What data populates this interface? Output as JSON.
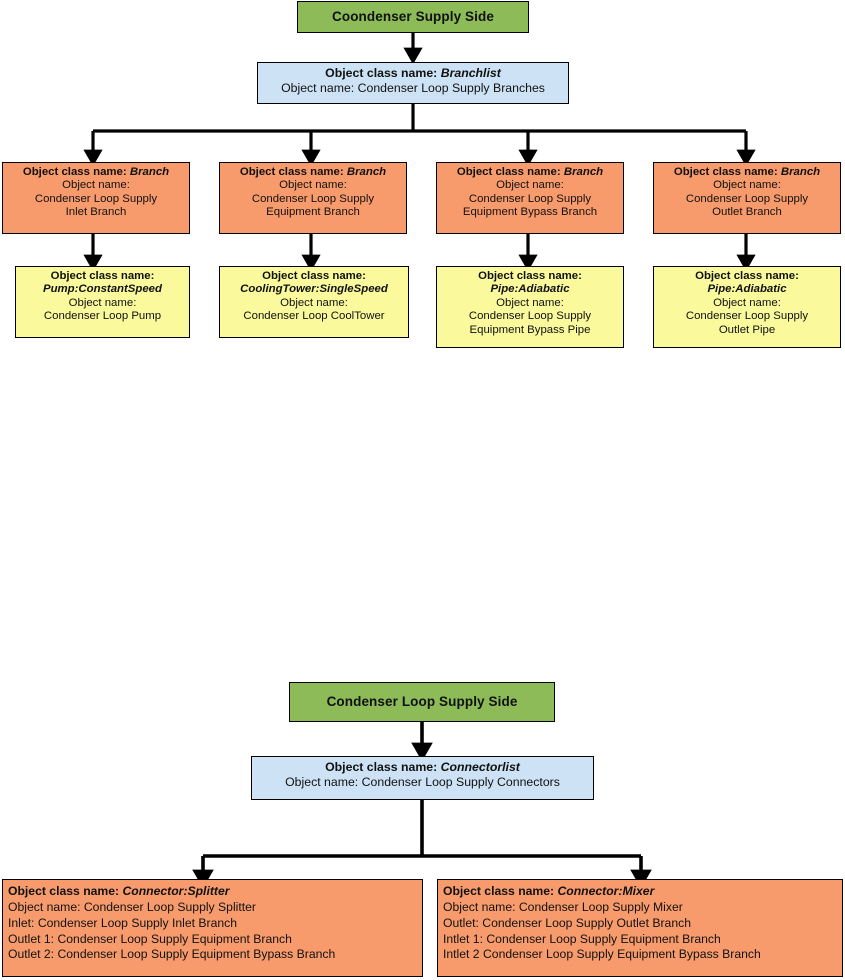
{
  "diagram": {
    "kind": "hierarchy-tree",
    "colors": {
      "title_green": "#8CBB58",
      "list_blue": "#CDE3F5",
      "branch_orange": "#F89B6C",
      "equipment_yellow": "#FAFA9C",
      "outline_black": "#000000",
      "background_white": "#FFFFFF"
    },
    "labels": {
      "object_class_name": "Object class name:",
      "object_name": "Object name:",
      "object_name_inline": "Object name:",
      "inlet": "Inlet:",
      "outlet": "Outlet:",
      "outlet_1": "Outlet 1:",
      "outlet_2": "Outlet 2:",
      "intlet_1": "Intlet 1:",
      "intlet_2": "Intlet 2"
    }
  },
  "section_branches": {
    "title": "Coondenser Supply Side",
    "list_node": {
      "class_label": "Object class name:",
      "class_value": "Branchlist",
      "name_label": "Object name:",
      "name_value": "Condenser Loop Supply Branches"
    },
    "branches": [
      {
        "class_label": "Object class name:",
        "class_value": "Branch",
        "name_label": "Object name:",
        "name_line1": "Condenser Loop Supply",
        "name_line2": "Inlet Branch"
      },
      {
        "class_label": "Object class name:",
        "class_value": "Branch",
        "name_label": "Object name:",
        "name_line1": "Condenser Loop Supply",
        "name_line2": "Equipment Branch"
      },
      {
        "class_label": "Object class name:",
        "class_value": "Branch",
        "name_label": "Object name:",
        "name_line1": "Condenser Loop Supply",
        "name_line2": "Equipment Bypass Branch"
      },
      {
        "class_label": "Object class name:",
        "class_value": "Branch",
        "name_label": "Object name:",
        "name_line1": "Condenser Loop Supply",
        "name_line2": "Outlet Branch"
      }
    ],
    "equipment": [
      {
        "class_label": "Object class name:",
        "class_value": "Pump:ConstantSpeed",
        "name_label": "Object name:",
        "name_line1": "Condenser Loop Pump",
        "name_line2": ""
      },
      {
        "class_label": "Object class name:",
        "class_value": "CoolingTower:SingleSpeed",
        "name_label": "Object name:",
        "name_line1": "Condenser Loop CoolTower",
        "name_line2": ""
      },
      {
        "class_label": "Object class name:",
        "class_value": "Pipe:Adiabatic",
        "name_label": "Object name:",
        "name_line1": "Condenser Loop Supply",
        "name_line2": "Equipment Bypass Pipe"
      },
      {
        "class_label": "Object class name:",
        "class_value": "Pipe:Adiabatic",
        "name_label": "Object name:",
        "name_line1": "Condenser Loop Supply",
        "name_line2": "Outlet Pipe"
      }
    ]
  },
  "section_connectors": {
    "title": "Condenser Loop Supply Side",
    "list_node": {
      "class_label": "Object class name:",
      "class_value": "Connectorlist",
      "name_label": "Object name:",
      "name_value": "Condenser Loop Supply Connectors"
    },
    "connectors": [
      {
        "class_label": "Object class name:",
        "class_value": "Connector:Splitter",
        "lines": [
          {
            "label": "Object name:",
            "value": "Condenser Loop Supply Splitter"
          },
          {
            "label": "Inlet:",
            "value": "Condenser Loop Supply Inlet Branch"
          },
          {
            "label": "Outlet 1:",
            "value": "Condenser Loop Supply Equipment Branch"
          },
          {
            "label": "Outlet 2:",
            "value": "Condenser Loop Supply Equipment Bypass Branch"
          }
        ]
      },
      {
        "class_label": "Object class name:",
        "class_value": "Connector:Mixer",
        "lines": [
          {
            "label": "Object name:",
            "value": "Condenser Loop Supply Mixer"
          },
          {
            "label": "Outlet:",
            "value": "Condenser Loop Supply Outlet Branch"
          },
          {
            "label": "Intlet 1:",
            "value": "Condenser Loop Supply Equipment Branch"
          },
          {
            "label": "Intlet 2",
            "value": "Condenser Loop Supply Equipment Bypass Branch"
          }
        ]
      }
    ]
  }
}
